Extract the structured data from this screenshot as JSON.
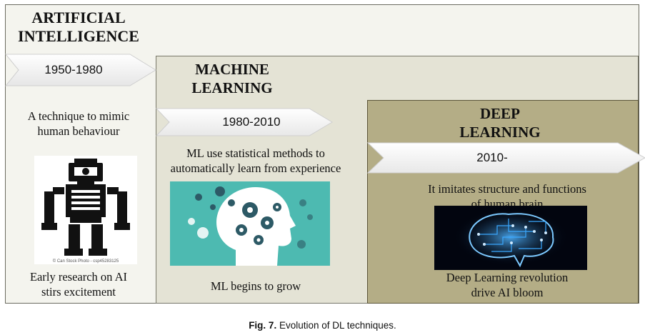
{
  "ai": {
    "title_line1": "ARTIFICIAL",
    "title_line2": "INTELLIGENCE",
    "period": "1950-1980",
    "description_line1": "A technique to mimic",
    "description_line2": "human behaviour",
    "footer_line1": "Early research on AI",
    "footer_line2": "stirs excitement",
    "image_watermark": "© Can Stock Photo - csp45283125",
    "image_icon": "robot-icon"
  },
  "ml": {
    "title_line1": "MACHINE",
    "title_line2": "LEARNING",
    "period": "1980-2010",
    "description_line1": "ML use statistical methods to",
    "description_line2": "automatically learn from experience",
    "footer": "ML begins to grow",
    "image_icon": "head-gears-icon"
  },
  "dl": {
    "title_line1": "DEEP",
    "title_line2": "LEARNING",
    "period": "2010-",
    "description_line1": "It imitates structure and functions",
    "description_line2": "of human brain",
    "footer_line1": "Deep Learning revolution",
    "footer_line2": "drive AI bloom",
    "image_icon": "circuit-brain-icon"
  },
  "caption": {
    "label": "Fig. 7.",
    "text": " Evolution of DL techniques."
  },
  "colors": {
    "ai_panel": "#f4f4ee",
    "ml_panel": "#e4e3d5",
    "dl_panel": "#b4ad86",
    "head_teal": "#4dbab1",
    "brain_blue": "#2a9cff"
  }
}
